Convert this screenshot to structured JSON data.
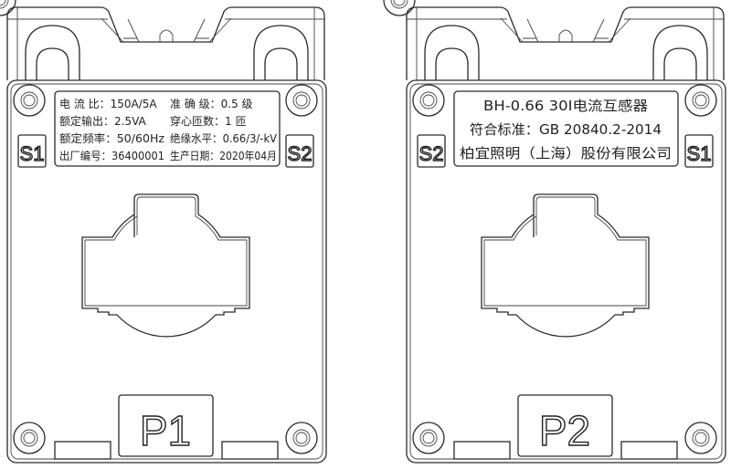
{
  "left_unit": {
    "nameplate": [
      [
        "电 流 比：150A/5A",
        "准 确 级：0.5 级"
      ],
      [
        "额定输出：2.5VA",
        "穿心匝数：1 匝"
      ],
      [
        "额定频率：50/60Hz",
        "绝缘水平：0.66/3/-kV"
      ],
      [
        "出厂编号：36400001",
        "生产日期：2020年04月"
      ]
    ],
    "terminal_left": "S1",
    "terminal_right": "S2",
    "primary_mark": "P1"
  },
  "right_unit": {
    "nameplate": [
      "BH-0.66 30Ⅰ电流互感器",
      "符合标准：GB 20840.2-2014",
      "柏宜照明（上海）股份有限公司"
    ],
    "terminal_left": "S2",
    "terminal_right": "S1",
    "primary_mark": "P2"
  }
}
